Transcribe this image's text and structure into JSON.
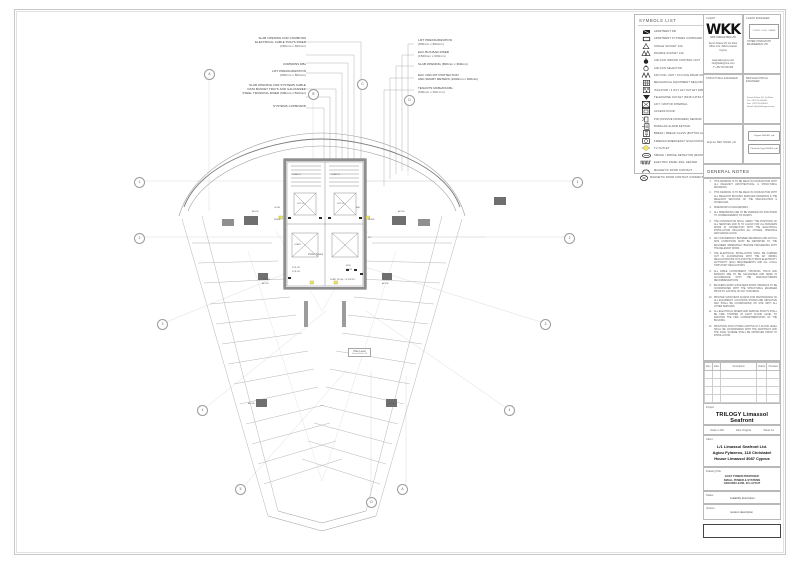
{
  "sheet": {
    "symbols_title": "SYMBOLS LIST",
    "symbols": [
      {
        "icon": "apartment-db-icon",
        "label": "APARTMENT DB"
      },
      {
        "icon": "apartment-systems-cupboard-icon",
        "label": "APARTMENT SYSTEMS CUPBOARD"
      },
      {
        "icon": "single-socket-icon",
        "label": "SINGLE SOCKET 13A"
      },
      {
        "icon": "double-socket-icon",
        "label": "DOUBLE SOCKET 13A"
      },
      {
        "icon": "aircon-control-unit-icon",
        "label": "AIR-CON INDOOR CONTROL UNIT"
      },
      {
        "icon": "aircon-selector-icon",
        "label": "AIR-CON SELECTOR"
      },
      {
        "icon": "fan-coil-unit-icon",
        "label": "FAN COIL UNIT / FCU FAN DRAW UNIT"
      },
      {
        "icon": "mechanical-equipment-icon",
        "label": "MECHANICAL EQUIPMENT REQUIRING POWER SUPPLY"
      },
      {
        "icon": "isolator-outlet-icon",
        "label": "ISOLATOR / 3 OUT LET OUTLET FIRE CABLING"
      },
      {
        "icon": "telephone-outlet-icon",
        "label": "TELEPHONE OUTLET (RJ45 CAT6A STRUCTURE CABLE)"
      },
      {
        "icon": "lift-motor-icon",
        "label": "LIFT / MOTOR INTERNAL"
      },
      {
        "icon": "access-door-icon",
        "label": "ACCESS DOOR"
      },
      {
        "icon": "pir-motion-sensor-icon",
        "label": "PIR (PASSIVE INFRARED) SENSOR"
      },
      {
        "icon": "burglar-alarm-keypad-icon",
        "label": "BURGLAR ALARM KEYPAD"
      },
      {
        "icon": "break-glass-icon",
        "label": "BREAK / BREAK GLASS (BUTTON ALARM BELL)"
      },
      {
        "icon": "fireman-emergency-icon",
        "label": "FIREMAN EMERGENCY EVACUATION COMMUNICATION SYSTEM"
      },
      {
        "icon": "tv-outlet-icon",
        "label": "TV OUTLET"
      },
      {
        "icon": "smoke-detector-icon",
        "label": "SMOKE / SMOKE DETECTOR (MAINS TYPE)"
      },
      {
        "icon": "electric-panel-heater-icon",
        "label": "ELECTRIC PANEL RAIL HEATER"
      },
      {
        "icon": "magnetic-door-contact-icon",
        "label": "MAGNETIC DOOR CONTACT"
      },
      {
        "icon": "magnetic-door-contact-wired-icon",
        "label": "MAGNETIC DOOR CONTACT CONNECTED TO RECEPTION CCTV SECURITY MONITOR SCREEN"
      }
    ],
    "titleblock": {
      "client_label": "CLIENT",
      "consultant_label": "CLIENT ENGINEER",
      "struct_label": "STRUCTURAL ENGINEER",
      "mep_label": "MEP ELECTRICAL ENGINEER",
      "logo": "WKK",
      "logo_tagline": "WKK CONSULTING LTD",
      "logo_address": "Zenon Kitieos 25, 1st Floor\nOffice 101, 3032 Limassol\nCyprus",
      "logo_contact": "www.wkkcyprus.com\ninfo@wkkcyprus.com\nT: +357 25 000 000",
      "client_box_text": "CLIENT LOGO / NAME",
      "consultant_box_text": "OTHER CONSULTANT\nENGINEERING LTD",
      "mep_box_a": "Original ISSUED .pdf",
      "mep_box_b": "Checked Copy ISSUED .pdf",
      "struct_box_text": "Engineer MEP, ISSUED .pdf",
      "contact_block": "Zenon Kitieos 25, 1st Floor\nTel: +357 25 000000\nFax: +357 25 000001\nEmail: info@wkkcyprus.com"
    },
    "general_notes_title": "GENERAL NOTES",
    "general_notes": [
      {
        "n": "1.",
        "t": "THIS DRAWING IS TO BE READ IN CONJUNCTION WITH ALL RELEVANT ARCHITECTURAL & STRUCTURAL DRAWINGS."
      },
      {
        "n": "2.",
        "t": "THIS DRAWING IS TO BE READ IN CONJUNCTION WITH ALL RELEVANT BUILDING SERVICES DRAWINGS & THE RELEVANT SECTIONS OF THE SPECIFICATION & SCHEDULES."
      },
      {
        "n": "3.",
        "t": "DIMENSIONS IN MILLIMETERS."
      },
      {
        "n": "4.",
        "t": "ALL DIMENSIONS ARE TO BE VERIFIED ON SITE PRIOR TO COMMENCEMENT OF WORKS."
      },
      {
        "n": "5.",
        "t": "THE CONTRACTOR SHALL VERIFY THE POSITIONS OF ALL SERVICES AND IS TO ALLOW FOR ALL BUILDERS WORK IN CONNECTION WITH THE ELECTRICAL INSTALLATION INCLUDING ALL CHASES, OPENINGS AND MAKING GOOD."
      },
      {
        "n": "6.",
        "t": "ANY DISCREPANCY BETWEEN DRAWINGS AND ACTUAL SITE CONDITIONS MUST BE REPORTED TO THE ENGINEER IMMEDIATELY BEFORE PROCEEDING WITH THE RELEVANT WORK."
      },
      {
        "n": "7.",
        "t": "THE ELECTRICAL INSTALLATION SHALL BE CARRIED OUT IN ACCORDANCE WITH THE IET WIRING REGULATIONS BS 7671 AND THE CYPRUS ELECTRICITY AUTHORITY (EAC) REQUIREMENTS AND ALL LOCAL STATUTORY REGULATIONS."
      },
      {
        "n": "8.",
        "t": "ALL CABLE CONTAINMENT, TRUNKING, TRAYS AND BASKETS ARE TO BE GALVANISED AND SIZED IN ACCORDANCE WITH THE MANUFACTURERS RECOMMENDATIONS."
      },
      {
        "n": "9.",
        "t": "BUILDERS WORK & BUILDERS WORK OPENINGS TO BE COORDINATED WITH THE STRUCTURAL ENGINEER PRIOR TO CASTING OF ANY CONCRETE."
      },
      {
        "n": "10.",
        "t": "PROVIDE SUFFICIENT ACCESS FOR MAINTENANCE OF ALL EQUIPMENT. LOCATIONS SHOWN ARE INDICATIVE AND SHALL BE COORDINATED ON SITE WITH ALL OTHER SERVICES."
      },
      {
        "n": "11.",
        "t": "ALL ELECTRICAL RISERS AND SERVICE SHAFTS SHALL BE FIRE STOPPED AT EACH FLOOR LEVEL TO MAINTAIN THE FIRE COMPARTMENTATION OF THE BUILDING."
      },
      {
        "n": "12.",
        "t": "PROVISION FOR FUTURE LIGHTING AT A FLOOR LEVEL SHALL BE COORDINATED WITH THE ARCHITECT AND THE FINAL SCHEME SHALL BE APPROVED PRIOR TO INSTALLATION."
      }
    ],
    "revision_headers": [
      "Rev.",
      "Date",
      "Description",
      "Drawn",
      "Checked"
    ],
    "revision_rows": [
      [
        "",
        "",
        "",
        "",
        ""
      ],
      [
        "",
        "",
        "",
        "",
        ""
      ],
      [
        "",
        "",
        "",
        "",
        ""
      ],
      [
        "",
        "",
        "",
        "",
        ""
      ],
      [
        "",
        "",
        "",
        "",
        ""
      ],
      [
        "",
        "",
        "",
        "",
        ""
      ]
    ],
    "project_label": "Project",
    "project_name": "TRILOGY Limassol Seafront",
    "meta": {
      "scale_label": "Scale",
      "scale_value": "1:100",
      "date_label": "Date",
      "date_value": "Original",
      "sheet_label": "Sheet",
      "sheet_value": "A1"
    },
    "client_field_label": "Client",
    "client_name": "L/1 Limassol Seafront Ltd.\nAgiou Fylaxeos, 118 Christakel\nHouse Limassol 3087 Cyprus",
    "drawing_title_label": "Drawing Title",
    "drawing_title": "EAST TOWER PROPOSED\nSMALL POWER & SYSTEMS\nGROUND LEVEL 00 LAYOUT",
    "status_label": "Status",
    "status_value": "suitability description",
    "version_label": "Version",
    "version_value": "revision description"
  },
  "plan": {
    "annotations_left": [
      {
        "name": "slab-opening-commons",
        "lines": [
          "SLAB OPENING FOR COMMONS",
          "ELECTRICAL CABLE TRAYS RISER",
          "(600mm x 600mm)"
        ]
      },
      {
        "name": "commons-dbs",
        "lines": [
          "COMMONS DBs"
        ]
      },
      {
        "name": "lift-pressurization-left",
        "lines": [
          "LIFT PRESSURIZATION",
          "(800mm x 800mm)"
        ]
      },
      {
        "name": "slab-opening-systems-cable",
        "lines": [
          "SLAB OPENING FOR SYSTEMS CABLE",
          "DATA BASKET TRAYS AND GALVANIZED",
          "STEEL TRUNKING RISER (500mm x 500mm)"
        ]
      },
      {
        "name": "systems-cupboard",
        "lines": [
          "SYSTEMS CUPBOARD"
        ]
      }
    ],
    "annotations_right": [
      {
        "name": "lift-pressurization-right",
        "lines": [
          "LIFT PRESSURIZATION",
          "(800mm x 800mm)"
        ]
      },
      {
        "name": "eac-bus-bar-riser",
        "lines": [
          "EAC BUS BAR RISER",
          "(1500mm x 600mm)"
        ]
      },
      {
        "name": "slab-opening-right",
        "lines": [
          "SLAB OPENING (800mm x 360mm)"
        ]
      },
      {
        "name": "eac-circuit-protection",
        "lines": [
          "EAC CIRCUIT PROTECTION",
          "AND SMART METERS (1000mm x 600mm)"
        ]
      },
      {
        "name": "tenants-mcbs",
        "lines": [
          "TENANTS MCBs/RCCBs",
          "(600mm x 300 mm)"
        ]
      }
    ],
    "grid_left": [
      "1",
      "2",
      "3",
      "4",
      "5"
    ],
    "grid_right": [
      "1",
      "2",
      "3",
      "4"
    ],
    "grid_top": [
      "A",
      "B",
      "C",
      "D"
    ],
    "grid_bottom": [
      "A",
      "D"
    ],
    "floor_label": "Plan Level",
    "floor_sub": "Ground Floor 00",
    "public_space": "Public Space",
    "room_labels": [
      {
        "name": "stair-core-a",
        "text": "STAIR 01"
      },
      {
        "name": "lift-shaft-a",
        "text": "LIFT 01"
      },
      {
        "name": "lift-shaft-b",
        "text": "LIFT 02"
      },
      {
        "name": "stair-core-b",
        "text": "STAIR 02"
      },
      {
        "name": "lobby",
        "text": "LOBBY"
      },
      {
        "name": "plant-room",
        "text": "PLANT ROOM / LV SUPPLY"
      },
      {
        "name": "riser-a",
        "text": "RISER"
      },
      {
        "name": "riser-b",
        "text": "RISER"
      },
      {
        "name": "wc",
        "text": "WC"
      },
      {
        "name": "store",
        "text": "STORE"
      }
    ],
    "small_tags": [
      "AP-DB",
      "AP-DB",
      "AP-DB",
      "AP-DB",
      "AP-DB",
      "AP-DB",
      "SYS-CB",
      "SYS-CB",
      "MCB",
      "RCCB",
      "EAC",
      "LV-DB"
    ]
  }
}
